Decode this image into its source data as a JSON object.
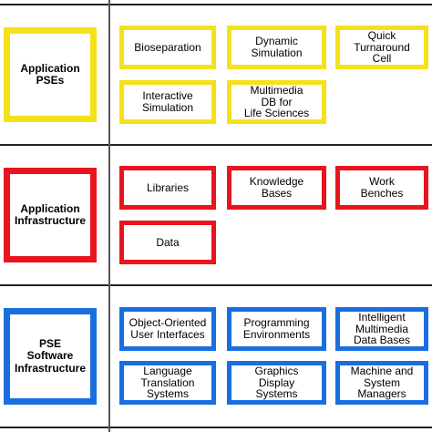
{
  "colors": {
    "yellow": "#f5e11a",
    "red": "#e8141e",
    "blue": "#1a6fe0"
  },
  "sections": [
    {
      "title": "Application\nPSEs",
      "color": "#f5e11a",
      "items": [
        "Bioseparation",
        "Dynamic\nSimulation",
        "Quick\nTurnaround\nCell",
        "Interactive\nSimulation",
        "Multimedia\nDB for\nLife Sciences"
      ]
    },
    {
      "title": "Application\nInfrastructure",
      "color": "#e8141e",
      "items": [
        "Libraries",
        "Knowledge\nBases",
        "Work\nBenches",
        "Data"
      ]
    },
    {
      "title": "PSE\nSoftware\nInfrastructure",
      "color": "#1a6fe0",
      "items": [
        "Object-Oriented\nUser Interfaces",
        "Programming\nEnvironments",
        "Intelligent\nMultimedia\nData Bases",
        "Language\nTranslation\nSystems",
        "Graphics\nDisplay\nSystems",
        "Machine and\nSystem\nManagers"
      ]
    }
  ]
}
